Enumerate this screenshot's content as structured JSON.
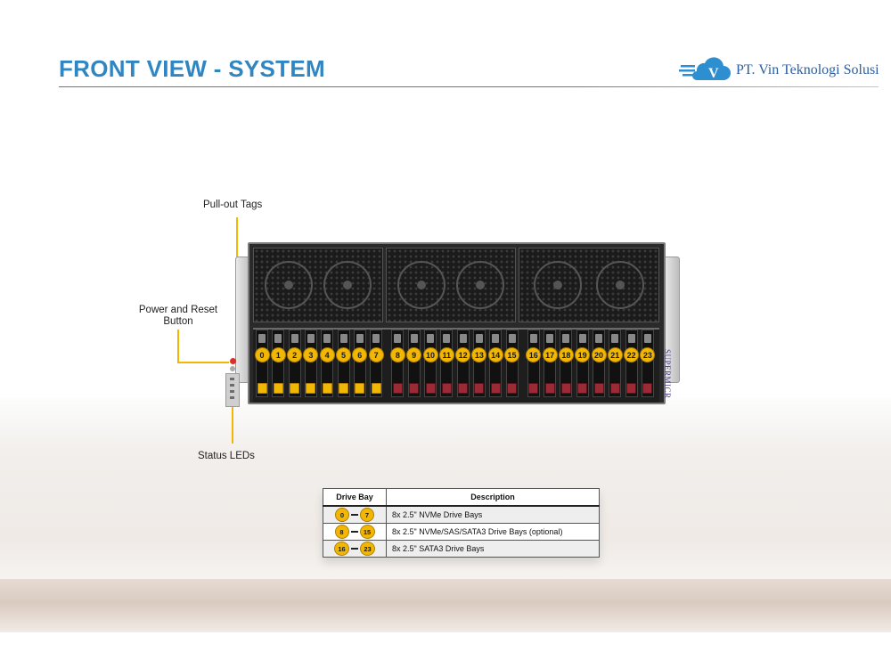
{
  "header": {
    "title": "FRONT VIEW - SYSTEM",
    "company": "PT. Vin Teknologi Solusi",
    "logo_letter": "V"
  },
  "callouts": {
    "pull_out_tags": "Pull-out Tags",
    "power_reset_line1": "Power and Reset",
    "power_reset_line2": "Button",
    "status_leds": "Status LEDs"
  },
  "server": {
    "brand": "SUPERMICR",
    "bays": [
      {
        "label": "0",
        "latch": "yellow"
      },
      {
        "label": "1",
        "latch": "yellow"
      },
      {
        "label": "2",
        "latch": "yellow"
      },
      {
        "label": "3",
        "latch": "yellow"
      },
      {
        "label": "4",
        "latch": "yellow"
      },
      {
        "label": "5",
        "latch": "yellow"
      },
      {
        "label": "6",
        "latch": "yellow"
      },
      {
        "label": "7",
        "latch": "yellow"
      },
      {
        "label": "8",
        "latch": "red"
      },
      {
        "label": "9",
        "latch": "red"
      },
      {
        "label": "10",
        "latch": "red"
      },
      {
        "label": "11",
        "latch": "red"
      },
      {
        "label": "12",
        "latch": "red"
      },
      {
        "label": "13",
        "latch": "red"
      },
      {
        "label": "14",
        "latch": "red"
      },
      {
        "label": "15",
        "latch": "red"
      },
      {
        "label": "16",
        "latch": "red"
      },
      {
        "label": "17",
        "latch": "red"
      },
      {
        "label": "18",
        "latch": "red"
      },
      {
        "label": "19",
        "latch": "red"
      },
      {
        "label": "20",
        "latch": "red"
      },
      {
        "label": "21",
        "latch": "red"
      },
      {
        "label": "22",
        "latch": "red"
      },
      {
        "label": "23",
        "latch": "red"
      }
    ]
  },
  "table": {
    "headers": [
      "Drive Bay",
      "Description"
    ],
    "rows": [
      {
        "from": "0",
        "to": "7",
        "description": "8x 2.5\" NVMe Drive Bays"
      },
      {
        "from": "8",
        "to": "15",
        "description": "8x 2.5\" NVMe/SAS/SATA3 Drive Bays (optional)"
      },
      {
        "from": "16",
        "to": "23",
        "description": "8x 2.5\" SATA3 Drive Bays"
      }
    ]
  },
  "colors": {
    "accent_blue": "#2f86c3",
    "bay_yellow": "#f2b705",
    "latch_red": "#9b2a35"
  }
}
